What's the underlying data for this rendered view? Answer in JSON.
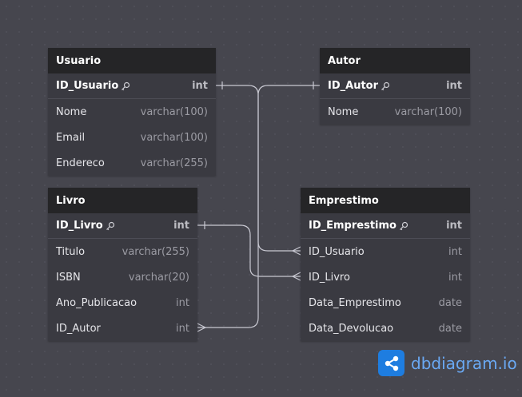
{
  "tables": {
    "usuario": {
      "name": "Usuario",
      "fields": [
        {
          "name": "ID_Usuario",
          "type": "int",
          "pk": true
        },
        {
          "name": "Nome",
          "type": "varchar(100)"
        },
        {
          "name": "Email",
          "type": "varchar(100)"
        },
        {
          "name": "Endereco",
          "type": "varchar(255)"
        }
      ]
    },
    "autor": {
      "name": "Autor",
      "fields": [
        {
          "name": "ID_Autor",
          "type": "int",
          "pk": true
        },
        {
          "name": "Nome",
          "type": "varchar(100)"
        }
      ]
    },
    "livro": {
      "name": "Livro",
      "fields": [
        {
          "name": "ID_Livro",
          "type": "int",
          "pk": true
        },
        {
          "name": "Titulo",
          "type": "varchar(255)"
        },
        {
          "name": "ISBN",
          "type": "varchar(20)"
        },
        {
          "name": "Ano_Publicacao",
          "type": "int"
        },
        {
          "name": "ID_Autor",
          "type": "int"
        }
      ]
    },
    "emprestimo": {
      "name": "Emprestimo",
      "fields": [
        {
          "name": "ID_Emprestimo",
          "type": "int",
          "pk": true
        },
        {
          "name": "ID_Usuario",
          "type": "int"
        },
        {
          "name": "ID_Livro",
          "type": "int"
        },
        {
          "name": "Data_Emprestimo",
          "type": "date"
        },
        {
          "name": "Data_Devolucao",
          "type": "date"
        }
      ]
    }
  },
  "brand": {
    "text": "dbdiagram.io"
  },
  "colors": {
    "background": "#46464e",
    "header": "#252527",
    "body": "#3a3a41",
    "relation_line": "#c9c9d2",
    "brand": "#1e7de0"
  }
}
